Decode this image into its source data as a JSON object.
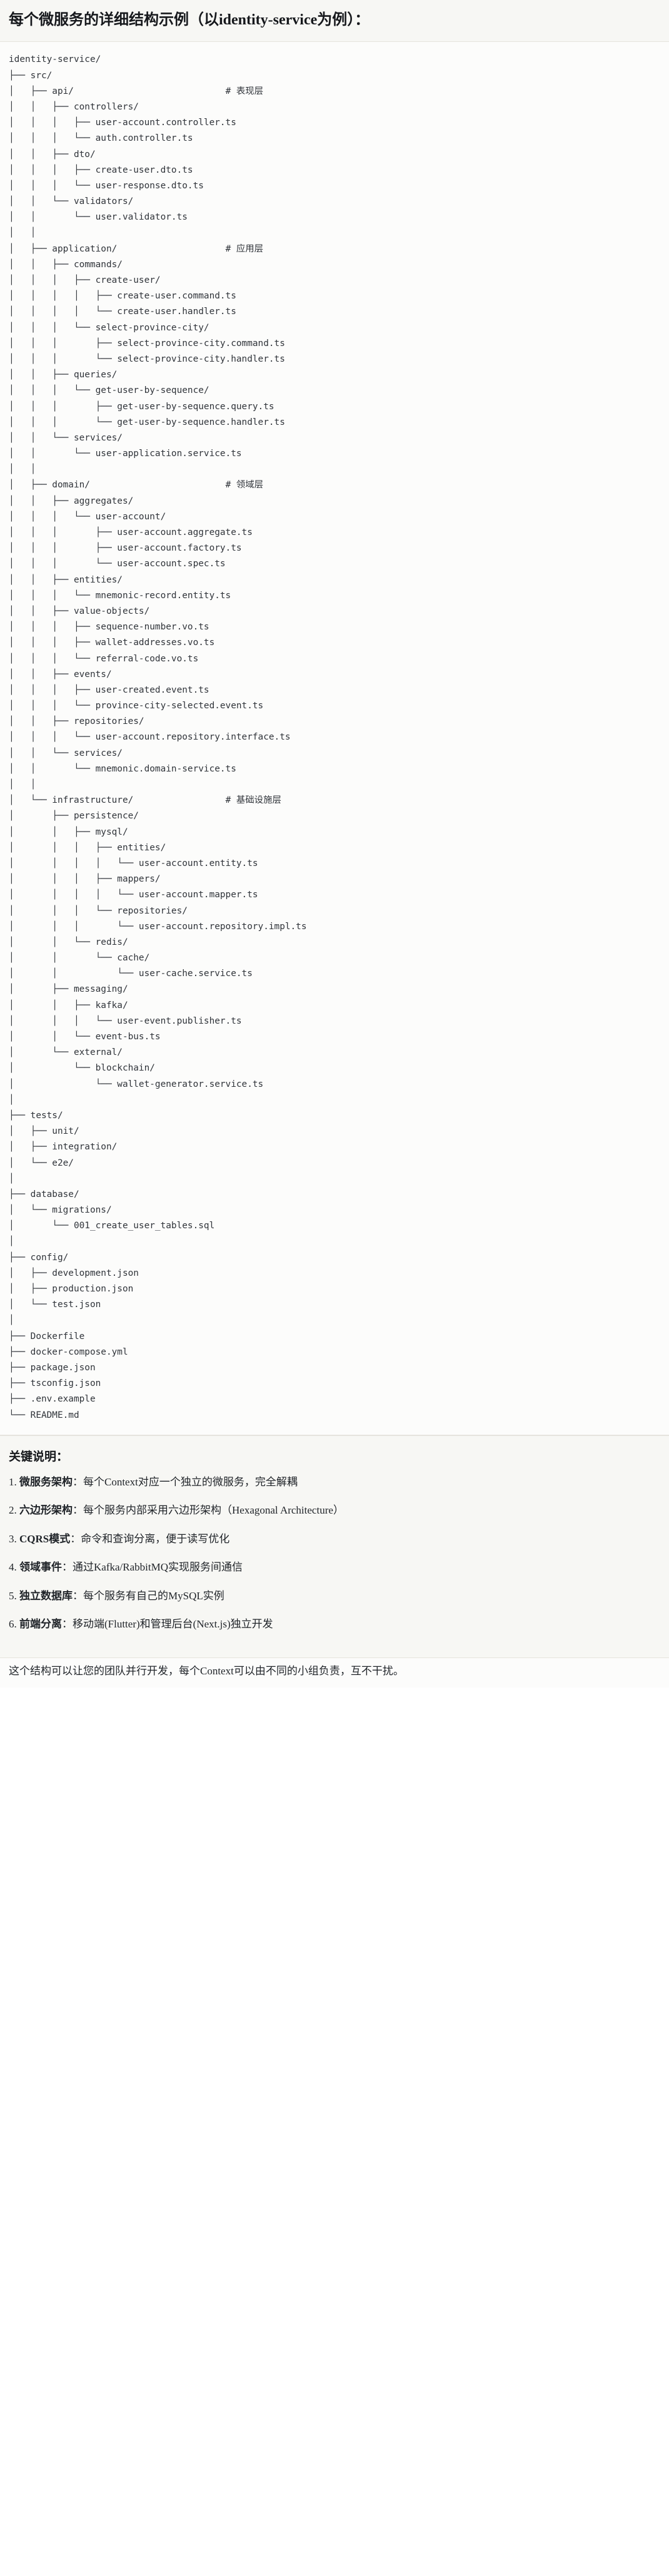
{
  "title": "每个微服务的详细结构示例（以identity-service为例）：",
  "tree": {
    "root_label": "identity-service/",
    "lines": [
      {
        "text": "identity-service/",
        "comment": ""
      },
      {
        "text": "├── src/",
        "comment": ""
      },
      {
        "text": "│   ├── api/",
        "comment": "# 表现层"
      },
      {
        "text": "│   │   ├── controllers/",
        "comment": ""
      },
      {
        "text": "│   │   │   ├── user-account.controller.ts",
        "comment": ""
      },
      {
        "text": "│   │   │   └── auth.controller.ts",
        "comment": ""
      },
      {
        "text": "│   │   ├── dto/",
        "comment": ""
      },
      {
        "text": "│   │   │   ├── create-user.dto.ts",
        "comment": ""
      },
      {
        "text": "│   │   │   └── user-response.dto.ts",
        "comment": ""
      },
      {
        "text": "│   │   └── validators/",
        "comment": ""
      },
      {
        "text": "│   │       └── user.validator.ts",
        "comment": ""
      },
      {
        "text": "│   │",
        "comment": ""
      },
      {
        "text": "│   ├── application/",
        "comment": "# 应用层"
      },
      {
        "text": "│   │   ├── commands/",
        "comment": ""
      },
      {
        "text": "│   │   │   ├── create-user/",
        "comment": ""
      },
      {
        "text": "│   │   │   │   ├── create-user.command.ts",
        "comment": ""
      },
      {
        "text": "│   │   │   │   └── create-user.handler.ts",
        "comment": ""
      },
      {
        "text": "│   │   │   └── select-province-city/",
        "comment": ""
      },
      {
        "text": "│   │   │       ├── select-province-city.command.ts",
        "comment": ""
      },
      {
        "text": "│   │   │       └── select-province-city.handler.ts",
        "comment": ""
      },
      {
        "text": "│   │   ├── queries/",
        "comment": ""
      },
      {
        "text": "│   │   │   └── get-user-by-sequence/",
        "comment": ""
      },
      {
        "text": "│   │   │       ├── get-user-by-sequence.query.ts",
        "comment": ""
      },
      {
        "text": "│   │   │       └── get-user-by-sequence.handler.ts",
        "comment": ""
      },
      {
        "text": "│   │   └── services/",
        "comment": ""
      },
      {
        "text": "│   │       └── user-application.service.ts",
        "comment": ""
      },
      {
        "text": "│   │",
        "comment": ""
      },
      {
        "text": "│   ├── domain/",
        "comment": "# 领域层"
      },
      {
        "text": "│   │   ├── aggregates/",
        "comment": ""
      },
      {
        "text": "│   │   │   └── user-account/",
        "comment": ""
      },
      {
        "text": "│   │   │       ├── user-account.aggregate.ts",
        "comment": ""
      },
      {
        "text": "│   │   │       ├── user-account.factory.ts",
        "comment": ""
      },
      {
        "text": "│   │   │       └── user-account.spec.ts",
        "comment": ""
      },
      {
        "text": "│   │   ├── entities/",
        "comment": ""
      },
      {
        "text": "│   │   │   └── mnemonic-record.entity.ts",
        "comment": ""
      },
      {
        "text": "│   │   ├── value-objects/",
        "comment": ""
      },
      {
        "text": "│   │   │   ├── sequence-number.vo.ts",
        "comment": ""
      },
      {
        "text": "│   │   │   ├── wallet-addresses.vo.ts",
        "comment": ""
      },
      {
        "text": "│   │   │   └── referral-code.vo.ts",
        "comment": ""
      },
      {
        "text": "│   │   ├── events/",
        "comment": ""
      },
      {
        "text": "│   │   │   ├── user-created.event.ts",
        "comment": ""
      },
      {
        "text": "│   │   │   └── province-city-selected.event.ts",
        "comment": ""
      },
      {
        "text": "│   │   ├── repositories/",
        "comment": ""
      },
      {
        "text": "│   │   │   └── user-account.repository.interface.ts",
        "comment": ""
      },
      {
        "text": "│   │   └── services/",
        "comment": ""
      },
      {
        "text": "│   │       └── mnemonic.domain-service.ts",
        "comment": ""
      },
      {
        "text": "│   │",
        "comment": ""
      },
      {
        "text": "│   └── infrastructure/",
        "comment": "# 基础设施层"
      },
      {
        "text": "│       ├── persistence/",
        "comment": ""
      },
      {
        "text": "│       │   ├── mysql/",
        "comment": ""
      },
      {
        "text": "│       │   │   ├── entities/",
        "comment": ""
      },
      {
        "text": "│       │   │   │   └── user-account.entity.ts",
        "comment": ""
      },
      {
        "text": "│       │   │   ├── mappers/",
        "comment": ""
      },
      {
        "text": "│       │   │   │   └── user-account.mapper.ts",
        "comment": ""
      },
      {
        "text": "│       │   │   └── repositories/",
        "comment": ""
      },
      {
        "text": "│       │   │       └── user-account.repository.impl.ts",
        "comment": ""
      },
      {
        "text": "│       │   └── redis/",
        "comment": ""
      },
      {
        "text": "│       │       └── cache/",
        "comment": ""
      },
      {
        "text": "│       │           └── user-cache.service.ts",
        "comment": ""
      },
      {
        "text": "│       ├── messaging/",
        "comment": ""
      },
      {
        "text": "│       │   ├── kafka/",
        "comment": ""
      },
      {
        "text": "│       │   │   └── user-event.publisher.ts",
        "comment": ""
      },
      {
        "text": "│       │   └── event-bus.ts",
        "comment": ""
      },
      {
        "text": "│       └── external/",
        "comment": ""
      },
      {
        "text": "│           └── blockchain/",
        "comment": ""
      },
      {
        "text": "│               └── wallet-generator.service.ts",
        "comment": ""
      },
      {
        "text": "│",
        "comment": ""
      },
      {
        "text": "├── tests/",
        "comment": ""
      },
      {
        "text": "│   ├── unit/",
        "comment": ""
      },
      {
        "text": "│   ├── integration/",
        "comment": ""
      },
      {
        "text": "│   └── e2e/",
        "comment": ""
      },
      {
        "text": "│",
        "comment": ""
      },
      {
        "text": "├── database/",
        "comment": ""
      },
      {
        "text": "│   └── migrations/",
        "comment": ""
      },
      {
        "text": "│       └── 001_create_user_tables.sql",
        "comment": ""
      },
      {
        "text": "│",
        "comment": ""
      },
      {
        "text": "├── config/",
        "comment": ""
      },
      {
        "text": "│   ├── development.json",
        "comment": ""
      },
      {
        "text": "│   ├── production.json",
        "comment": ""
      },
      {
        "text": "│   └── test.json",
        "comment": ""
      },
      {
        "text": "│",
        "comment": ""
      },
      {
        "text": "├── Dockerfile",
        "comment": ""
      },
      {
        "text": "├── docker-compose.yml",
        "comment": ""
      },
      {
        "text": "├── package.json",
        "comment": ""
      },
      {
        "text": "├── tsconfig.json",
        "comment": ""
      },
      {
        "text": "├── .env.example",
        "comment": ""
      },
      {
        "text": "└── README.md",
        "comment": ""
      }
    ]
  },
  "notes": {
    "heading": "关键说明：",
    "items": [
      {
        "num": "1.",
        "term": "微服务架构",
        "sep": "：",
        "desc": "每个Context对应一个独立的微服务，完全解耦"
      },
      {
        "num": "2.",
        "term": "六边形架构",
        "sep": "：",
        "desc": "每个服务内部采用六边形架构（Hexagonal Architecture）"
      },
      {
        "num": "3.",
        "term": "CQRS模式",
        "sep": "：",
        "desc": "命令和查询分离，便于读写优化"
      },
      {
        "num": "4.",
        "term": "领域事件",
        "sep": "：",
        "desc": "通过Kafka/RabbitMQ实现服务间通信"
      },
      {
        "num": "5.",
        "term": "独立数据库",
        "sep": "：",
        "desc": "每个服务有自己的MySQL实例"
      },
      {
        "num": "6.",
        "term": "前端分离",
        "sep": "：",
        "desc": "移动端(Flutter)和管理后台(Next.js)独立开发"
      }
    ],
    "footer": "这个结构可以让您的团队并行开发，每个Context可以由不同的小组负责，互不干扰。"
  },
  "colors": {
    "title_bg": "#f7f7f4",
    "code_bg": "#fcfcfb",
    "text": "#30343a",
    "border": "#e6e4de"
  }
}
